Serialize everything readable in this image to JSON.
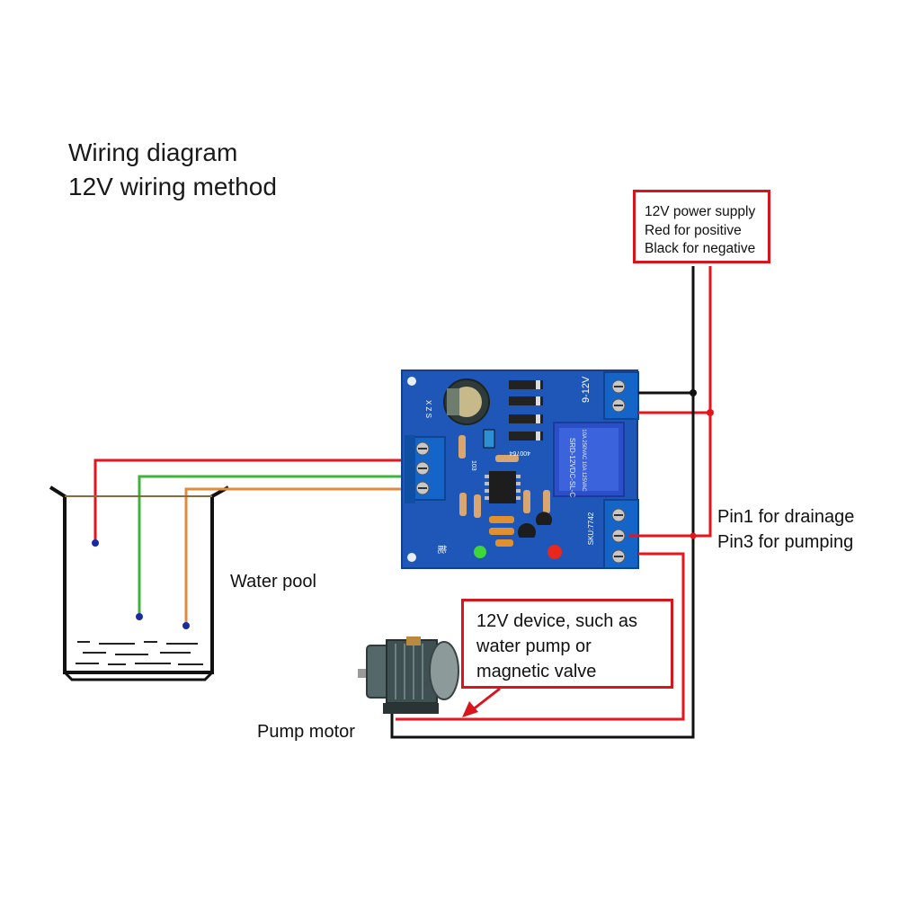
{
  "title": {
    "line1": "Wiring diagram",
    "line2": "12V wiring method"
  },
  "power_box": {
    "line1": "12V power supply",
    "line2": "Red for positive",
    "line3": "Black for negative"
  },
  "pins": {
    "line1": "Pin1 for drainage",
    "line2": "Pin3 for pumping"
  },
  "device_box": {
    "line1": "12V device, such as",
    "line2": "water pump or",
    "line3": "magnetic valve"
  },
  "labels": {
    "water_pool": "Water pool",
    "pump_motor": "Pump motor",
    "board_voltage": "9-12V",
    "relay_text": "SRD-12VDC-SL-C",
    "relay_spec": "10A 250VAC 10A 125VAC",
    "terminal_text": "SKU:7742",
    "resistor_text": "103",
    "ic_text": "400764",
    "board_side": "X Z S",
    "board_logo": "能"
  },
  "colors": {
    "red_wire": "#e8141b",
    "black_wire": "#111111",
    "green_wire": "#3fb43a",
    "orange_wire": "#e08a3c",
    "board": "#1f57b8",
    "terminal": "#1565c8",
    "box_border": "#d8151d"
  }
}
